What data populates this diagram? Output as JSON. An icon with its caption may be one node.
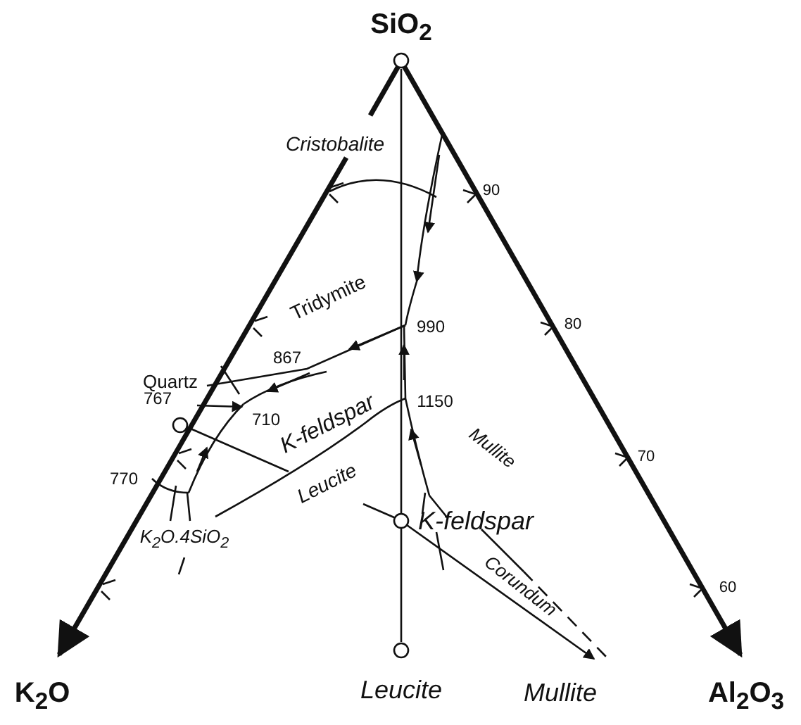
{
  "diagram": {
    "labels": [
      "SiO$_{2}$",
      "Cristobalite",
      "90",
      "Tridymite",
      "990",
      "80",
      "Quartz",
      "867",
      "767",
      "710",
      "K-feldspar",
      "1150",
      "Mullite",
      "70",
      "770",
      "Leucite",
      "K-feldspar",
      "K$_{2}$O.4SiO$_{2}$",
      "Corundum",
      "60",
      "K$_{2}$O",
      "Leucite",
      "Mullite",
      "Al$_{2}$O$_{3}$"
    ]
  }
}
